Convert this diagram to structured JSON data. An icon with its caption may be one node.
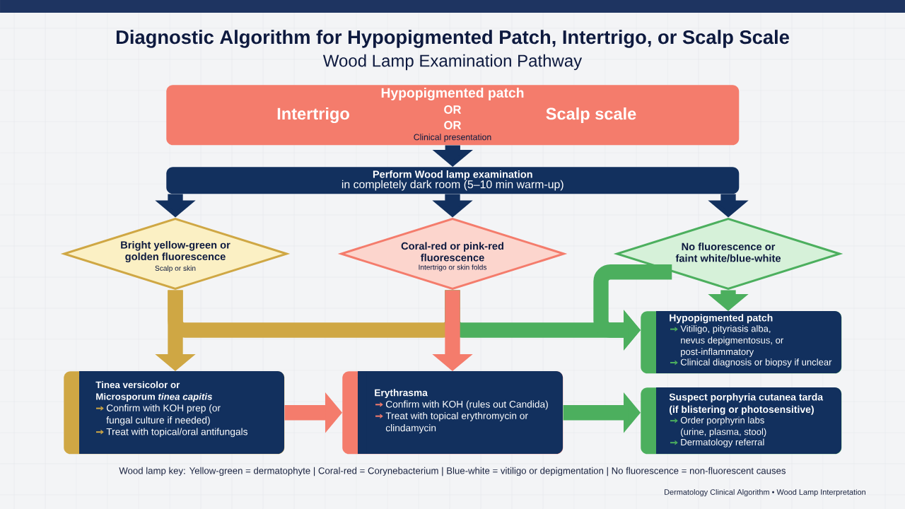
{
  "diagram": {
    "title": "Diagnostic Algorithm for Hypopigmented Patch, Intertrigo, or Scalp Scale",
    "nodes": [
      {
        "text": [
          "Hypopigmented patch",
          "Intertrigo",
          "OR",
          "Scalp scale",
          "OR",
          "Clinical presentation"
        ]
      },
      {
        "text": [
          "Perform Wood lamp examination",
          "in completely dark room (5–10 min warm-up)"
        ]
      },
      {
        "text": [
          "Bright yellow-green or golden fluorescence",
          "Scalp or skin"
        ]
      },
      {
        "text": [
          "Coral-red or pink-red fluorescence",
          "Intertrigo or skin folds"
        ]
      },
      {
        "text": [
          "No fluorescence or faint white/blue-white"
        ]
      },
      {
        "text": [
          "Tinea versicolor or Microsporum *tinea capitis*",
          "Confirm with KOH prep (or fungal culture if needed)",
          "Treat with topical/oral antifungals"
        ]
      },
      {
        "text": [
          "Erythrasma",
          "Confirm with KOH (rules out Candida)",
          "Treat with topical erythromycin or clindamycin"
        ]
      },
      {
        "text": [
          "Hypopigmented patch",
          "Vitiligo, pityriasis alba, nevus depigmentosus, or post-inflammatory",
          "Clinical diagnosis or biopsy if unclear"
        ]
      },
      {
        "text": [
          "Suspect porphyria cutanea tarda (if blistering or photosensitive)",
          "Order porphyrin labs (urine, plasma, stool)",
          "Dermatology referral"
        ]
      }
    ],
    "edges": [
      {
        "from": 0,
        "to": 1,
        "arrow": "to",
        "color": "#12305e"
      },
      {
        "from": 1,
        "to": 2,
        "arrow": "to",
        "color": "#12305e"
      },
      {
        "from": 1,
        "to": 3,
        "arrow": "to",
        "color": "#12305e"
      },
      {
        "from": 1,
        "to": 4,
        "arrow": "to",
        "color": "#12305e"
      },
      {
        "from": 2,
        "to": 3,
        "arrow": "none",
        "color": "#cfa744"
      },
      {
        "from": 3,
        "to": 7,
        "arrow": "to",
        "color": "#4caf5e"
      },
      {
        "from": 4,
        "to": 7,
        "arrow": "to",
        "color": "#4caf5e"
      },
      {
        "from": 4,
        "to": 7,
        "arrow": "to",
        "color": "#4caf5e"
      },
      {
        "from": 2,
        "to": 5,
        "arrow": "to",
        "color": "#cfa744"
      },
      {
        "from": 3,
        "to": 6,
        "arrow": "to",
        "color": "#f47c6c"
      },
      {
        "from": 5,
        "to": 6,
        "arrow": "to",
        "color": "#f47c6c"
      },
      {
        "from": 6,
        "to": 8,
        "arrow": "to",
        "color": "#4caf5e"
      }
    ],
    "labels": [
      "Wood Lamp Examination Pathway",
      "Wood lamp key: Yellow-green = dermatophyte | Coral-red = Corynebacterium | Blue-white = vitiligo or depigmentation | No fluorescence = non-fluorescent causes",
      "Dermatology Clinical Algorithm • Wood Lamp Interpretation"
    ]
  }
}
